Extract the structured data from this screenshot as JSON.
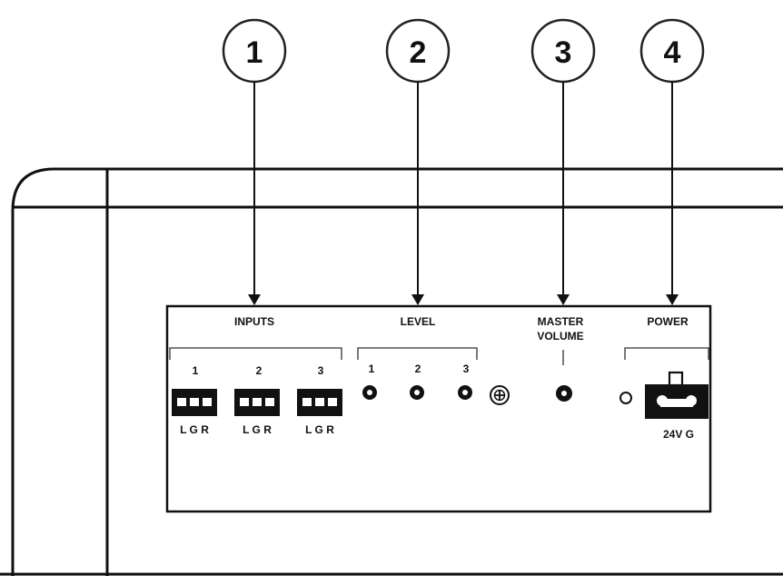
{
  "callouts": [
    "1",
    "2",
    "3",
    "4"
  ],
  "panel": {
    "inputs_label": "INPUTS",
    "level_label": "LEVEL",
    "master_label_line1": "MASTER",
    "master_label_line2": "VOLUME",
    "power_label": "POWER",
    "input_numbers": [
      "1",
      "2",
      "3"
    ],
    "input_pin_labels": [
      "L G R",
      "L G R",
      "L G R"
    ],
    "level_numbers": [
      "1",
      "2",
      "3"
    ],
    "power_terminal_label": "24V G"
  }
}
